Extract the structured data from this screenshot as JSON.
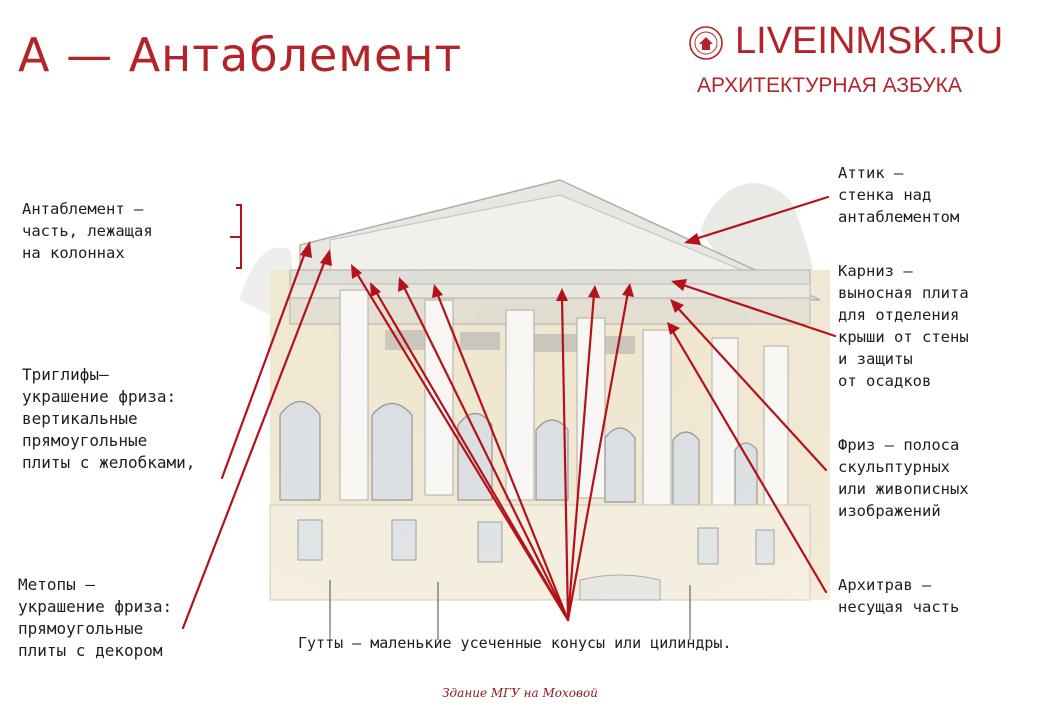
{
  "title": "А — Антаблемент",
  "brand": {
    "site": "LIVEINMSK.RU",
    "subtitle": "АРХИТЕКТУРНАЯ АЗБУКА"
  },
  "labels": {
    "entablature": [
      "Антаблемент —",
      "часть, лежащая",
      "на колоннах"
    ],
    "triglyphs": [
      "Триглифы—",
      "украшение фриза:",
      "вертикальные",
      "прямоугольные",
      "плиты с желобками,"
    ],
    "metopes": [
      "Метопы —",
      "украшение фриза:",
      "прямоугольные",
      "плиты с декором"
    ],
    "attic": [
      "Аттик —",
      "стенка над",
      "антаблементом"
    ],
    "cornice": [
      "Карниз —",
      "выносная плита",
      "для отделения",
      "крыши от стены",
      "и защиты",
      "от осадков"
    ],
    "frieze": [
      "Фриз — полоса",
      "скульптурных",
      "или живописных",
      "изображений"
    ],
    "architrave": [
      "Архитрав —",
      "несущая часть"
    ],
    "guttae": [
      "Гутты — маленькие усеченные конусы или цилиндры."
    ]
  },
  "caption": "Здание МГУ на Моховой",
  "colors": {
    "accent": "#b2242a",
    "arrow": "#b3121a",
    "text": "#1e1e1e",
    "wall": "#efe6cf"
  }
}
